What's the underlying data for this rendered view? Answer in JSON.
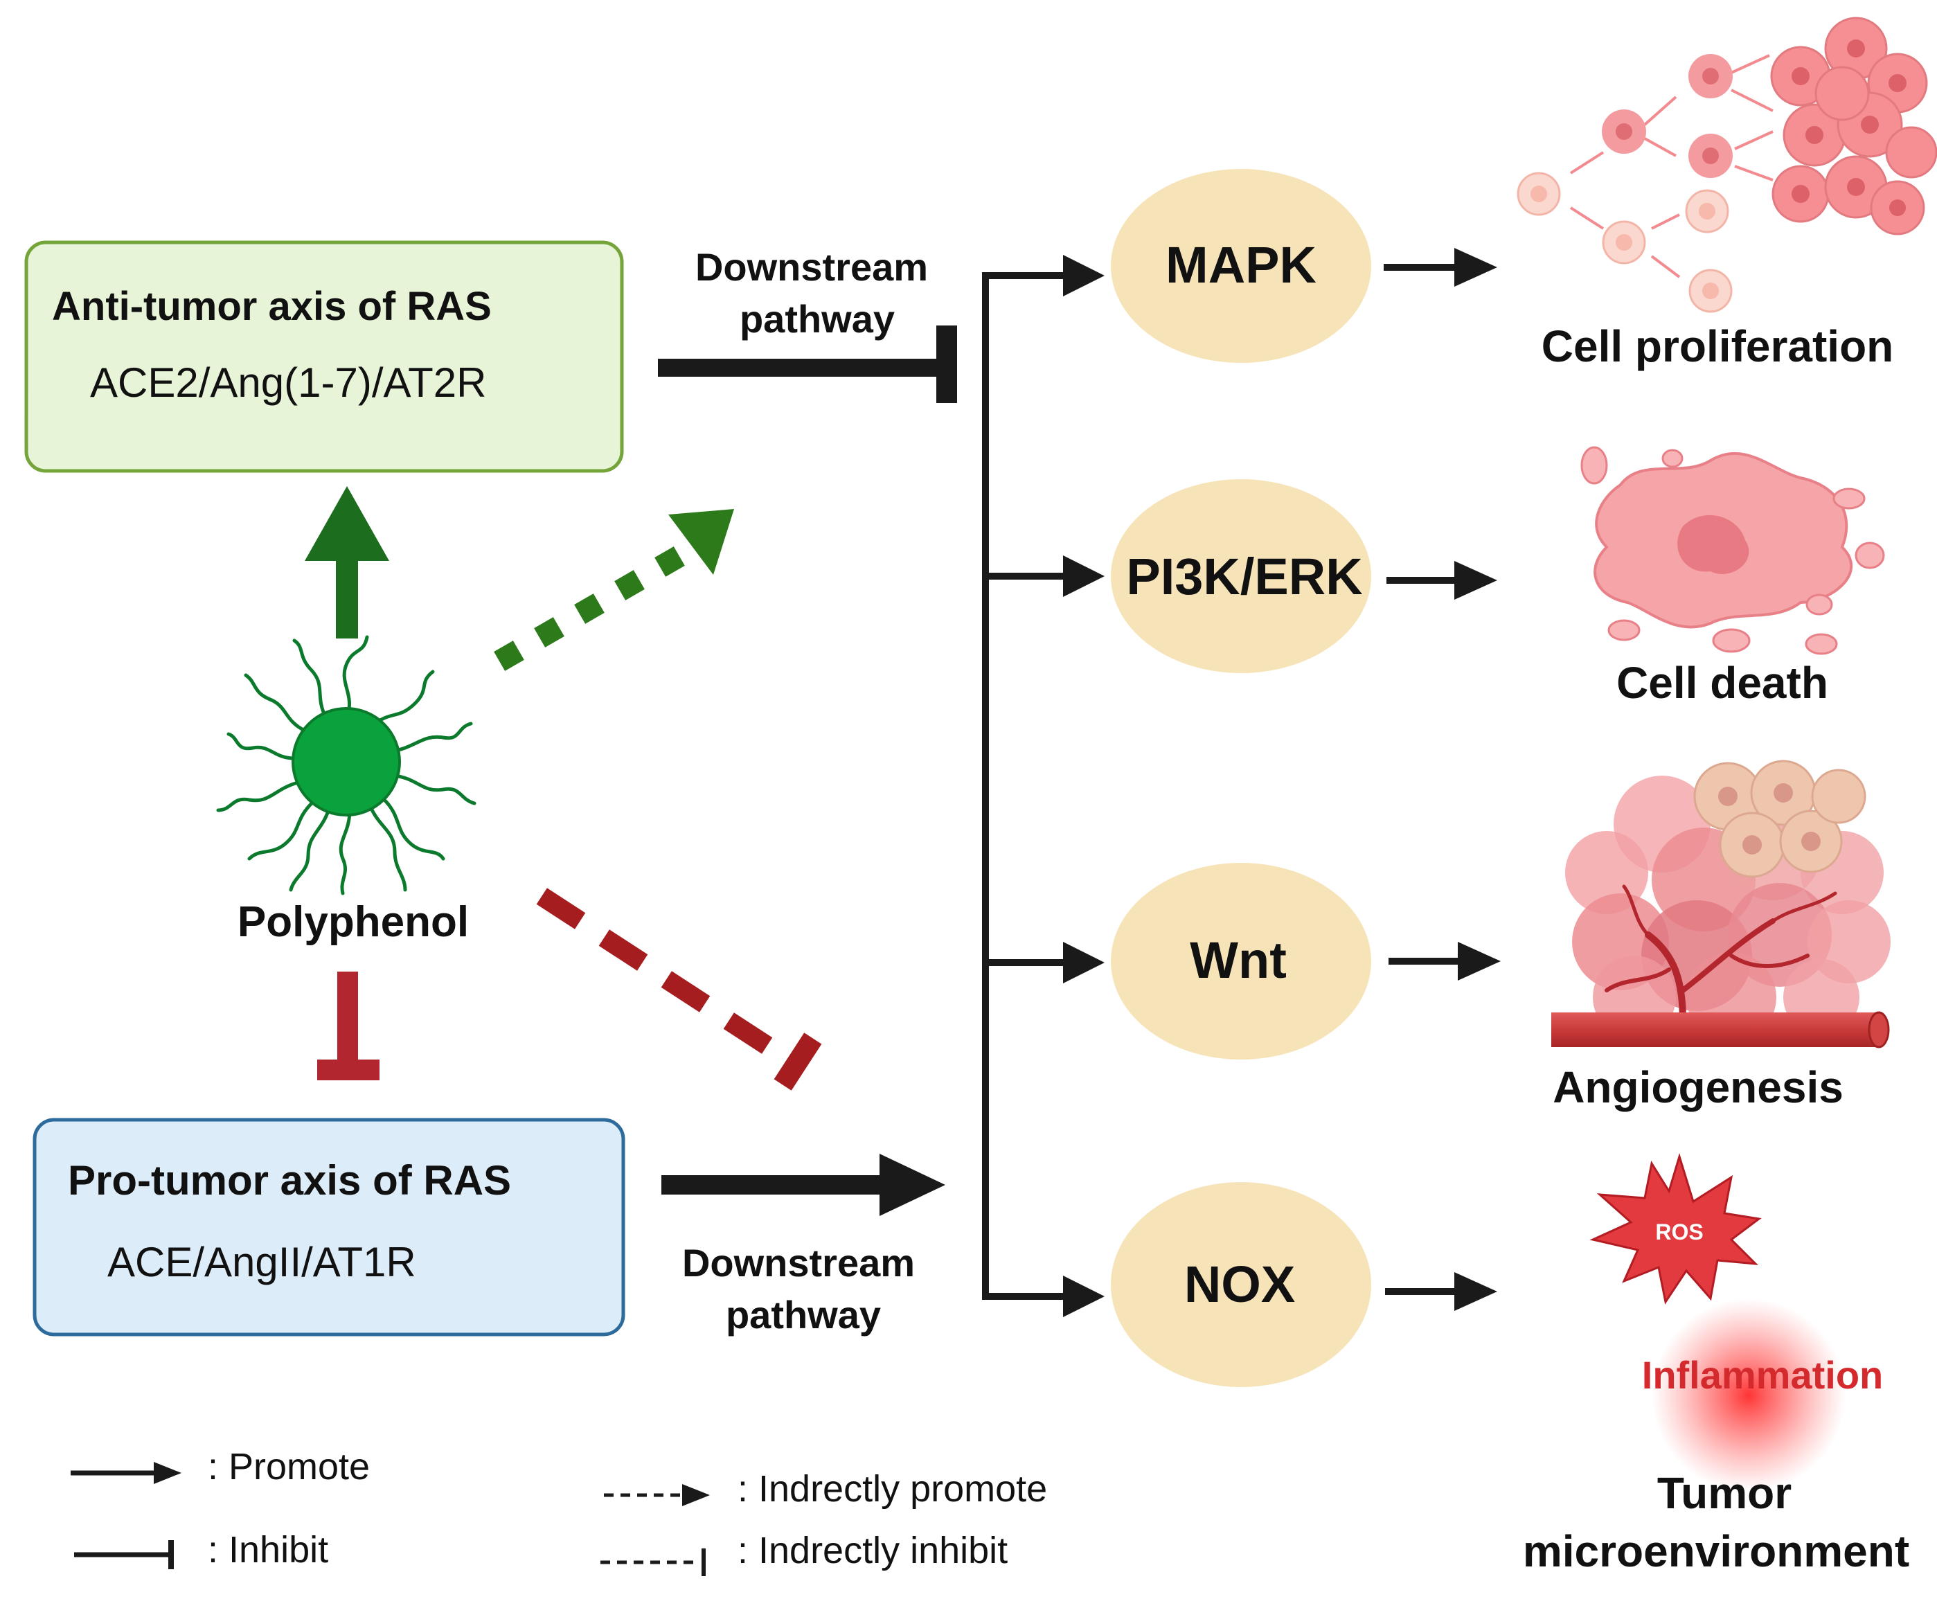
{
  "anti_box": {
    "title": "Anti-tumor axis of RAS",
    "subtitle": "ACE2/Ang(1-7)/AT2R",
    "fill": "#e7f4d8",
    "stroke": "#74a43a"
  },
  "pro_box": {
    "title": "Pro-tumor axis of RAS",
    "subtitle": "ACE/AngII/AT1R",
    "fill": "#dcecf9",
    "stroke": "#2c6b9c"
  },
  "downstream_top": {
    "line1": "Downstream",
    "line2": "pathway"
  },
  "downstream_bottom": {
    "line1": "Downstream",
    "line2": "pathway"
  },
  "polyphenol": {
    "label": "Polyphenol",
    "color": "#0aa23c"
  },
  "pathways": [
    {
      "label": "MAPK"
    },
    {
      "label": "PI3K/ERK"
    },
    {
      "label": "Wnt"
    },
    {
      "label": "NOX"
    }
  ],
  "pathway_fill": "#f6e3b8",
  "outcomes": {
    "proliferation": "Cell proliferation",
    "death": "Cell death",
    "angiogenesis": "Angiogenesis",
    "ros": "ROS",
    "inflammation": "Inflammation",
    "tme_line1": "Tumor",
    "tme_line2": "microenvironment"
  },
  "legend": {
    "promote": ": Promote",
    "inhibit": ": Inhibit",
    "indirect_promote": ":  Indrectly promote",
    "indirect_inhibit": ":  Indrectly inhibit"
  },
  "colors": {
    "promote_green": "#1d6d1f",
    "dash_green": "#2d7a1b",
    "inhibit_red": "#b2262f",
    "dash_red": "#a61d20",
    "black": "#1a1a1a",
    "cell_pink": "#f28a8f"
  }
}
